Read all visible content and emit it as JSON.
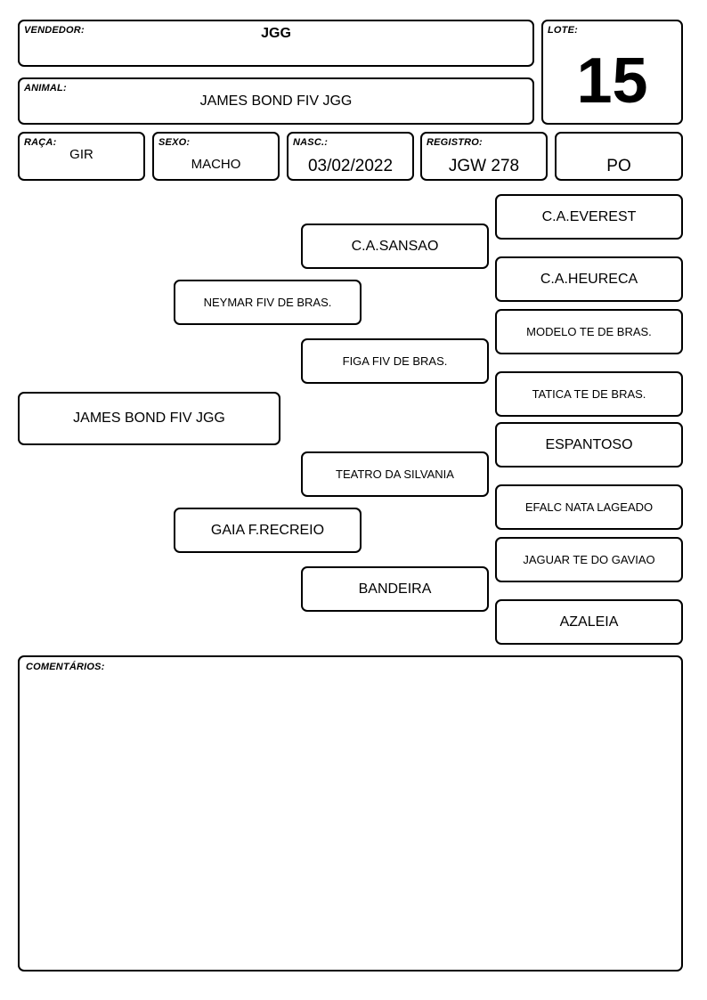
{
  "header": {
    "vendedor": {
      "label": "VENDEDOR:",
      "value": "JGG"
    },
    "animal": {
      "label": "ANIMAL:",
      "value": "JAMES BOND FIV JGG"
    },
    "lote": {
      "label": "LOTE:",
      "value": "15"
    },
    "raca": {
      "label": "RAÇA:",
      "value": "GIR"
    },
    "sexo": {
      "label": "SEXO:",
      "value": "MACHO"
    },
    "nasc": {
      "label": "NASC.:",
      "value": "03/02/2022"
    },
    "registro": {
      "label": "REGISTRO:",
      "value": "JGW 278"
    },
    "categoria": {
      "value": "PO"
    }
  },
  "pedigree": {
    "animal": "JAMES BOND FIV JGG",
    "sire": "NEYMAR FIV DE BRAS.",
    "dam": "GAIA F.RECREIO",
    "sire_sire": "C.A.SANSAO",
    "sire_dam": "FIGA FIV DE BRAS.",
    "dam_sire": "TEATRO DA SILVANIA",
    "dam_dam": "BANDEIRA",
    "ggp": [
      "C.A.EVEREST",
      "C.A.HEURECA",
      "MODELO TE DE BRAS.",
      "TATICA TE DE BRAS.",
      "ESPANTOSO",
      "EFALC NATA LAGEADO",
      "JAGUAR TE DO GAVIAO",
      "AZALEIA"
    ]
  },
  "comments": {
    "label": "COMENTÁRIOS:",
    "value": ""
  }
}
